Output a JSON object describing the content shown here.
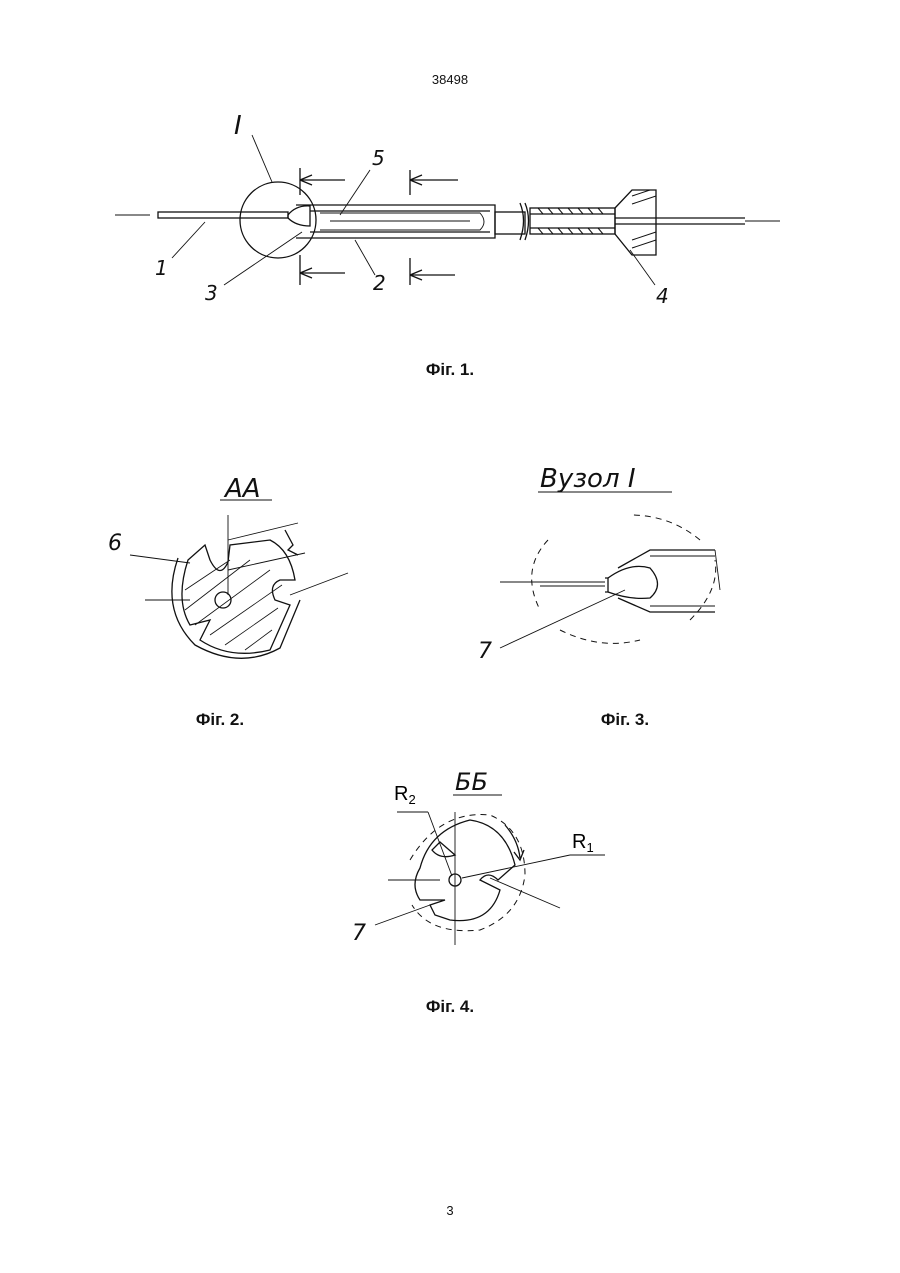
{
  "document": {
    "doc_number": "38498",
    "page_number": "3"
  },
  "figures": {
    "fig1": {
      "caption": "Фіг. 1.",
      "labels": {
        "detail": "I",
        "l1": "1",
        "l2": "2",
        "l3": "3",
        "l4": "4",
        "l5": "5"
      }
    },
    "fig2": {
      "caption": "Фіг. 2.",
      "title": "АА",
      "labels": {
        "l6": "6"
      }
    },
    "fig3": {
      "caption": "Фіг. 3.",
      "title": "Вузол I",
      "labels": {
        "l7": "7"
      }
    },
    "fig4": {
      "caption": "Фіг. 4.",
      "title": "ББ",
      "labels": {
        "r2": "R",
        "r2_sub": "2",
        "r1": "R",
        "r1_sub": "1",
        "l7": "7"
      }
    }
  }
}
